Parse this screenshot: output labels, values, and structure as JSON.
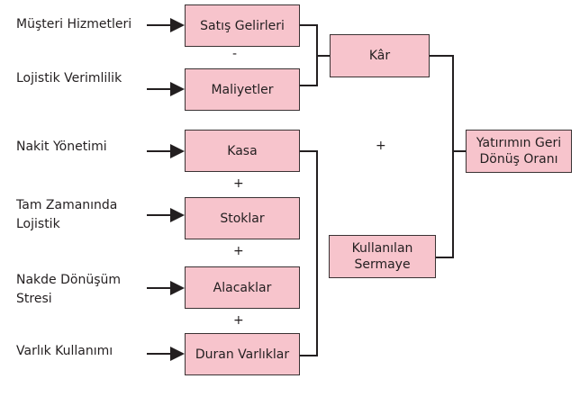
{
  "inputs": [
    "Müşteri Hizmetleri",
    "Lojistik Verimlilik",
    "Nakit Yönetimi",
    "Tam Zamanında Lojistik",
    "Nakde Dönüşüm Stresi",
    "Varlık Kullanımı"
  ],
  "boxes": {
    "sales": "Satış Gelirleri",
    "costs": "Maliyetler",
    "cash": "Kasa",
    "stocks": "Stoklar",
    "receivables": "Alacaklar",
    "fixed_assets": "Duran Varlıklar",
    "profit": "Kâr",
    "capital": "Kullanılan Sermaye",
    "roi": "Yatırımın Geri Dönüş Oranı"
  },
  "operators": {
    "minus": "-",
    "plus": "+"
  },
  "colors": {
    "box_fill": "#f7c4cc",
    "line": "#231f20"
  }
}
